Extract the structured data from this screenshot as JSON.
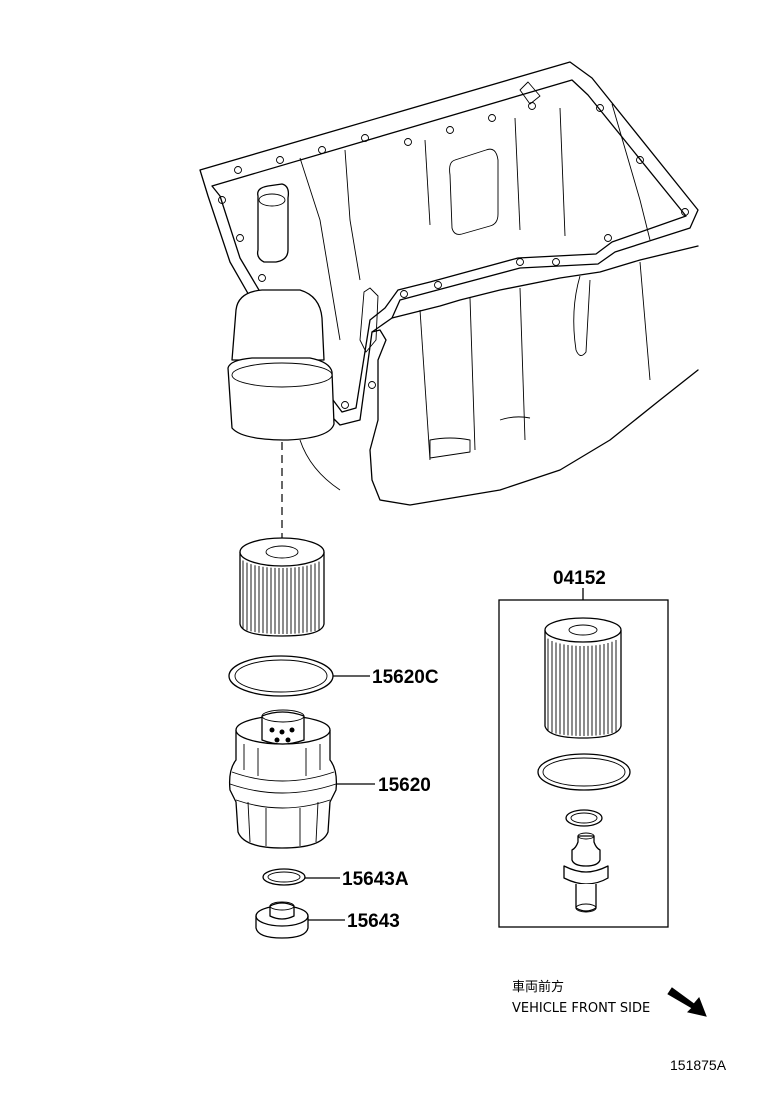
{
  "parts": [
    {
      "id": "p15620C",
      "number": "15620C"
    },
    {
      "id": "p15620",
      "number": "15620"
    },
    {
      "id": "p15643A",
      "number": "15643A"
    },
    {
      "id": "p15643",
      "number": "15643"
    }
  ],
  "kit": {
    "number": "04152"
  },
  "direction": {
    "label_jp": "車両前方",
    "label_en": "VEHICLE FRONT SIDE"
  },
  "diagram_id": "151875A"
}
